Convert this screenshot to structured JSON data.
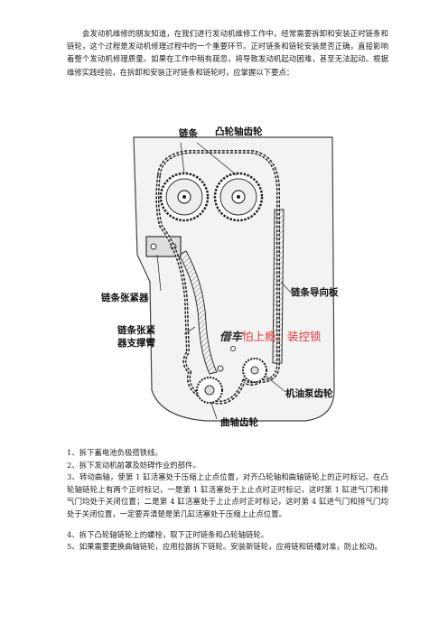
{
  "intro": "会发动机维修的朋友知道，在我们进行发动机维修工作中，经常需要拆卸和安装正时链条和链轮，这个过程是发动机修理过程中的一个重要环节。正时链条和链轮安装是否正确，直接影响着整个发动机修理质量。如果在工作中稍有疏忽，将导致发动机起动困难，甚至无法起动。根据维修实践经验，在拆卸和安装正时链条和链轮时，应掌握以下要点：",
  "figure": {
    "labels": {
      "chain": "链条",
      "cam_sprocket": "凸轮轴齿轮",
      "tensioner": "链条张紧器",
      "tensioner_arm_1": "链条张紧",
      "tensioner_arm_2": "器支撑臂",
      "guide": "链条导向板",
      "oil_pump": "机油泵齿轮",
      "crank": "曲轴齿轮"
    },
    "watermark_a": "借车",
    "watermark_b": "怕上瘾，装控锁"
  },
  "steps": [
    "1、拆下蓄电池负极搭铁线。",
    "2、拆下发动机前罩及妨碍作业的部件。",
    "3、转动曲轴，使第 1 缸活塞处于压缩上止点位置，对齐凸轮轴和曲轴链轮上的正时标记。在凸轮轴链轮上有两个正时标记，一是第 1 缸活塞处于上止点时正时标记，这时第 1 缸进气门和排气门均处于关闭位置；二是第 4 缸活塞处于上止点时正时标记，这时第 4 缸进气门和排气门均处于关闭位置，一定要弄清楚是第几缸活塞处于压缩上止点位置。",
    "4、拆下凸轮轴链轮上的螺栓，取下正时链条和凸轮轴链轮。",
    "5、如果需要更换曲轴链轮，应用拉器拆下链轮。安装新链轮，应将链和链槽对准，防止松动。"
  ]
}
